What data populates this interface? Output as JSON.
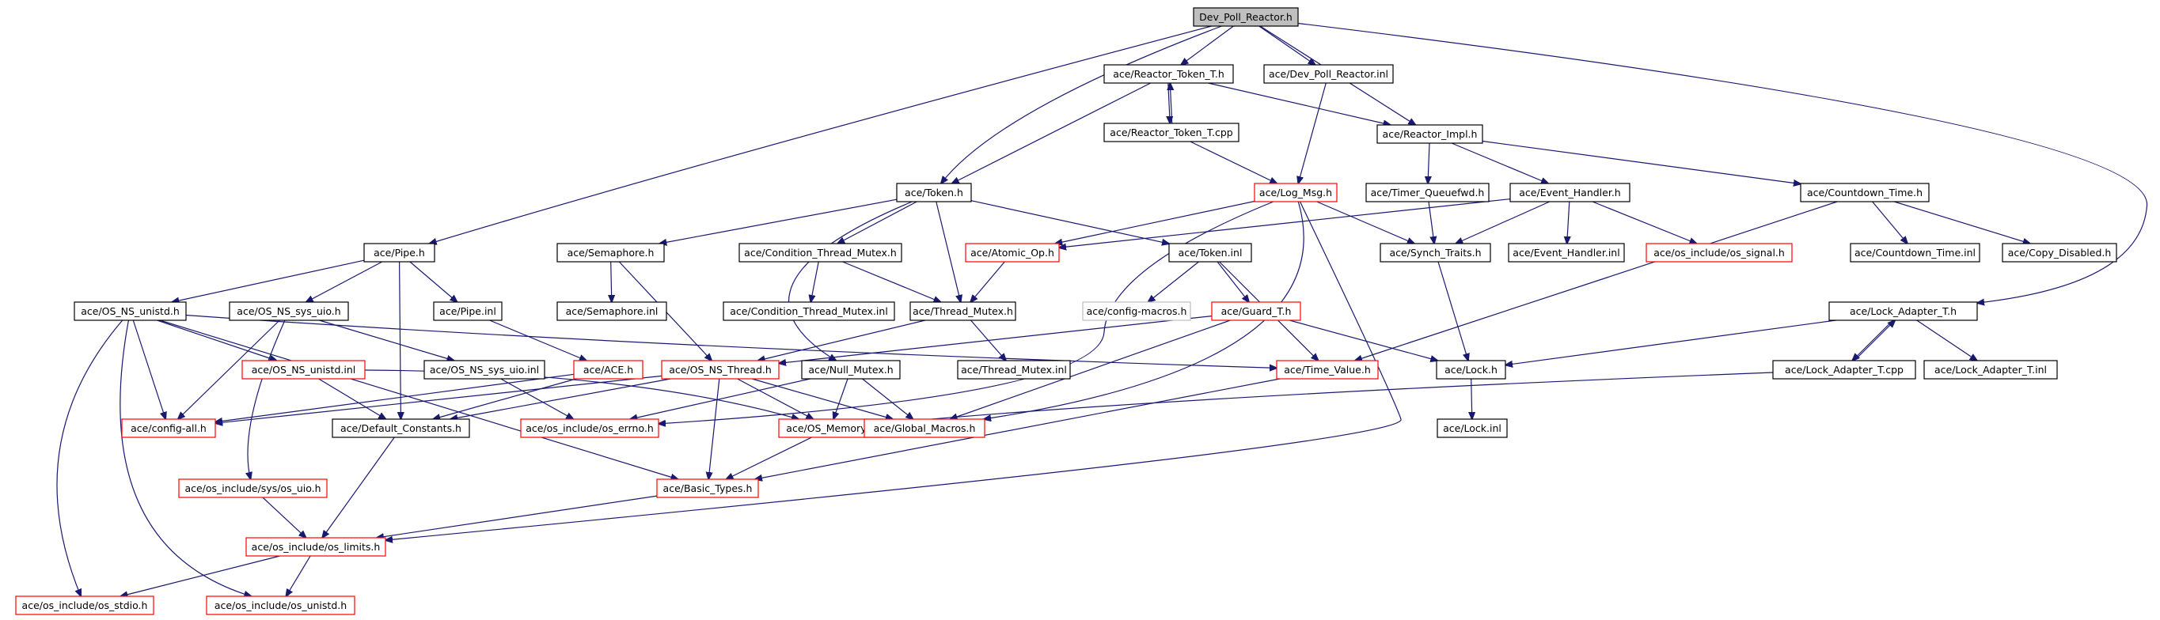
{
  "diagram": {
    "title": "Dev_Poll_Reactor.h include dependency graph",
    "colors": {
      "edge": "#191970",
      "root_fill": "#bfbfbf",
      "normal_border": "#000000",
      "truncated_border": "#ff0000",
      "undocumented_border": "#bfbfbf"
    },
    "nodes": [
      {
        "id": "n1",
        "label": "Dev_Poll_Reactor.h",
        "style": "root"
      },
      {
        "id": "n2",
        "label": "ace/Reactor_Token_T.h",
        "style": "normal"
      },
      {
        "id": "n3",
        "label": "ace/Dev_Poll_Reactor.inl",
        "style": "normal"
      },
      {
        "id": "n4",
        "label": "ace/Reactor_Token_T.cpp",
        "style": "normal"
      },
      {
        "id": "n5",
        "label": "ace/Reactor_Impl.h",
        "style": "normal"
      },
      {
        "id": "n6",
        "label": "ace/Token.h",
        "style": "normal"
      },
      {
        "id": "n7",
        "label": "ace/Log_Msg.h",
        "style": "red"
      },
      {
        "id": "n8",
        "label": "ace/Timer_Queuefwd.h",
        "style": "normal"
      },
      {
        "id": "n9",
        "label": "ace/Event_Handler.h",
        "style": "normal"
      },
      {
        "id": "n10",
        "label": "ace/Countdown_Time.h",
        "style": "normal"
      },
      {
        "id": "n11",
        "label": "ace/Pipe.h",
        "style": "normal"
      },
      {
        "id": "n12",
        "label": "ace/Semaphore.h",
        "style": "normal"
      },
      {
        "id": "n13",
        "label": "ace/Condition_Thread_Mutex.h",
        "style": "normal"
      },
      {
        "id": "n14",
        "label": "ace/Atomic_Op.h",
        "style": "red"
      },
      {
        "id": "n15",
        "label": "ace/Token.inl",
        "style": "normal"
      },
      {
        "id": "n16",
        "label": "ace/Synch_Traits.h",
        "style": "normal"
      },
      {
        "id": "n17",
        "label": "ace/Event_Handler.inl",
        "style": "normal"
      },
      {
        "id": "n18",
        "label": "ace/os_include/os_signal.h",
        "style": "red"
      },
      {
        "id": "n19",
        "label": "ace/Countdown_Time.inl",
        "style": "normal"
      },
      {
        "id": "n20",
        "label": "ace/Copy_Disabled.h",
        "style": "normal"
      },
      {
        "id": "n21",
        "label": "ace/OS_NS_unistd.h",
        "style": "normal"
      },
      {
        "id": "n22",
        "label": "ace/OS_NS_sys_uio.h",
        "style": "normal"
      },
      {
        "id": "n23",
        "label": "ace/Pipe.inl",
        "style": "normal"
      },
      {
        "id": "n24",
        "label": "ace/Semaphore.inl",
        "style": "normal"
      },
      {
        "id": "n25",
        "label": "ace/Condition_Thread_Mutex.inl",
        "style": "normal"
      },
      {
        "id": "n26",
        "label": "ace/Thread_Mutex.h",
        "style": "normal"
      },
      {
        "id": "n27",
        "label": "ace/config-macros.h",
        "style": "gray"
      },
      {
        "id": "n28",
        "label": "ace/Guard_T.h",
        "style": "red"
      },
      {
        "id": "n29",
        "label": "ace/Lock_Adapter_T.h",
        "style": "normal"
      },
      {
        "id": "n30",
        "label": "ace/OS_NS_unistd.inl",
        "style": "red"
      },
      {
        "id": "n31",
        "label": "ace/OS_NS_sys_uio.inl",
        "style": "normal"
      },
      {
        "id": "n32",
        "label": "ace/ACE.h",
        "style": "red"
      },
      {
        "id": "n33",
        "label": "ace/OS_NS_Thread.h",
        "style": "red"
      },
      {
        "id": "n34",
        "label": "ace/Null_Mutex.h",
        "style": "normal"
      },
      {
        "id": "n35",
        "label": "ace/Thread_Mutex.inl",
        "style": "normal"
      },
      {
        "id": "n36",
        "label": "ace/Time_Value.h",
        "style": "red"
      },
      {
        "id": "n37",
        "label": "ace/Lock.h",
        "style": "normal"
      },
      {
        "id": "n38",
        "label": "ace/Lock_Adapter_T.cpp",
        "style": "normal"
      },
      {
        "id": "n39",
        "label": "ace/Lock_Adapter_T.inl",
        "style": "normal"
      },
      {
        "id": "n40",
        "label": "ace/config-all.h",
        "style": "red"
      },
      {
        "id": "n41",
        "label": "ace/Default_Constants.h",
        "style": "normal"
      },
      {
        "id": "n42",
        "label": "ace/os_include/os_errno.h",
        "style": "red"
      },
      {
        "id": "n43",
        "label": "ace/OS_Memory.h",
        "style": "red"
      },
      {
        "id": "n44",
        "label": "ace/Global_Macros.h",
        "style": "red"
      },
      {
        "id": "n45",
        "label": "ace/Lock.inl",
        "style": "normal"
      },
      {
        "id": "n46",
        "label": "ace/os_include/sys/os_uio.h",
        "style": "red"
      },
      {
        "id": "n47",
        "label": "ace/Basic_Types.h",
        "style": "red"
      },
      {
        "id": "n48",
        "label": "ace/os_include/os_limits.h",
        "style": "red"
      },
      {
        "id": "n49",
        "label": "ace/os_include/os_stdio.h",
        "style": "red"
      },
      {
        "id": "n50",
        "label": "ace/os_include/os_unistd.h",
        "style": "red"
      }
    ],
    "edges": [
      [
        "n1",
        "n2"
      ],
      [
        "n1",
        "n3"
      ],
      [
        "n1",
        "n5"
      ],
      [
        "n1",
        "n6"
      ],
      [
        "n1",
        "n11"
      ],
      [
        "n1",
        "n29"
      ],
      [
        "n2",
        "n4"
      ],
      [
        "n4",
        "n2"
      ],
      [
        "n2",
        "n5"
      ],
      [
        "n2",
        "n6"
      ],
      [
        "n3",
        "n7"
      ],
      [
        "n4",
        "n7"
      ],
      [
        "n5",
        "n8"
      ],
      [
        "n5",
        "n9"
      ],
      [
        "n5",
        "n10"
      ],
      [
        "n6",
        "n12"
      ],
      [
        "n6",
        "n13"
      ],
      [
        "n6",
        "n15"
      ],
      [
        "n6",
        "n26"
      ],
      [
        "n6",
        "n34"
      ],
      [
        "n7",
        "n14"
      ],
      [
        "n7",
        "n16"
      ],
      [
        "n7",
        "n42"
      ],
      [
        "n7",
        "n44"
      ],
      [
        "n7",
        "n48"
      ],
      [
        "n8",
        "n16"
      ],
      [
        "n9",
        "n14"
      ],
      [
        "n9",
        "n16"
      ],
      [
        "n9",
        "n17"
      ],
      [
        "n9",
        "n18"
      ],
      [
        "n10",
        "n19"
      ],
      [
        "n10",
        "n20"
      ],
      [
        "n10",
        "n36"
      ],
      [
        "n11",
        "n21"
      ],
      [
        "n11",
        "n22"
      ],
      [
        "n11",
        "n23"
      ],
      [
        "n11",
        "n41"
      ],
      [
        "n12",
        "n24"
      ],
      [
        "n12",
        "n33"
      ],
      [
        "n13",
        "n25"
      ],
      [
        "n13",
        "n26"
      ],
      [
        "n14",
        "n26"
      ],
      [
        "n15",
        "n27"
      ],
      [
        "n15",
        "n28"
      ],
      [
        "n15",
        "n36"
      ],
      [
        "n16",
        "n37"
      ],
      [
        "n21",
        "n30"
      ],
      [
        "n21",
        "n40"
      ],
      [
        "n21",
        "n47"
      ],
      [
        "n21",
        "n49"
      ],
      [
        "n21",
        "n50"
      ],
      [
        "n21",
        "n36"
      ],
      [
        "n22",
        "n31"
      ],
      [
        "n22",
        "n40"
      ],
      [
        "n22",
        "n46"
      ],
      [
        "n23",
        "n32"
      ],
      [
        "n26",
        "n33"
      ],
      [
        "n26",
        "n35"
      ],
      [
        "n28",
        "n33"
      ],
      [
        "n28",
        "n37"
      ],
      [
        "n28",
        "n44"
      ],
      [
        "n29",
        "n37"
      ],
      [
        "n29",
        "n38"
      ],
      [
        "n38",
        "n29"
      ],
      [
        "n29",
        "n39"
      ],
      [
        "n30",
        "n41"
      ],
      [
        "n30",
        "n43"
      ],
      [
        "n31",
        "n42"
      ],
      [
        "n32",
        "n40"
      ],
      [
        "n32",
        "n41"
      ],
      [
        "n33",
        "n40"
      ],
      [
        "n33",
        "n41"
      ],
      [
        "n33",
        "n43"
      ],
      [
        "n33",
        "n44"
      ],
      [
        "n33",
        "n47"
      ],
      [
        "n34",
        "n42"
      ],
      [
        "n34",
        "n43"
      ],
      [
        "n34",
        "n44"
      ],
      [
        "n36",
        "n47"
      ],
      [
        "n37",
        "n45"
      ],
      [
        "n38",
        "n43"
      ],
      [
        "n41",
        "n48"
      ],
      [
        "n43",
        "n47"
      ],
      [
        "n46",
        "n48"
      ],
      [
        "n47",
        "n48"
      ],
      [
        "n48",
        "n49"
      ],
      [
        "n48",
        "n50"
      ]
    ]
  }
}
